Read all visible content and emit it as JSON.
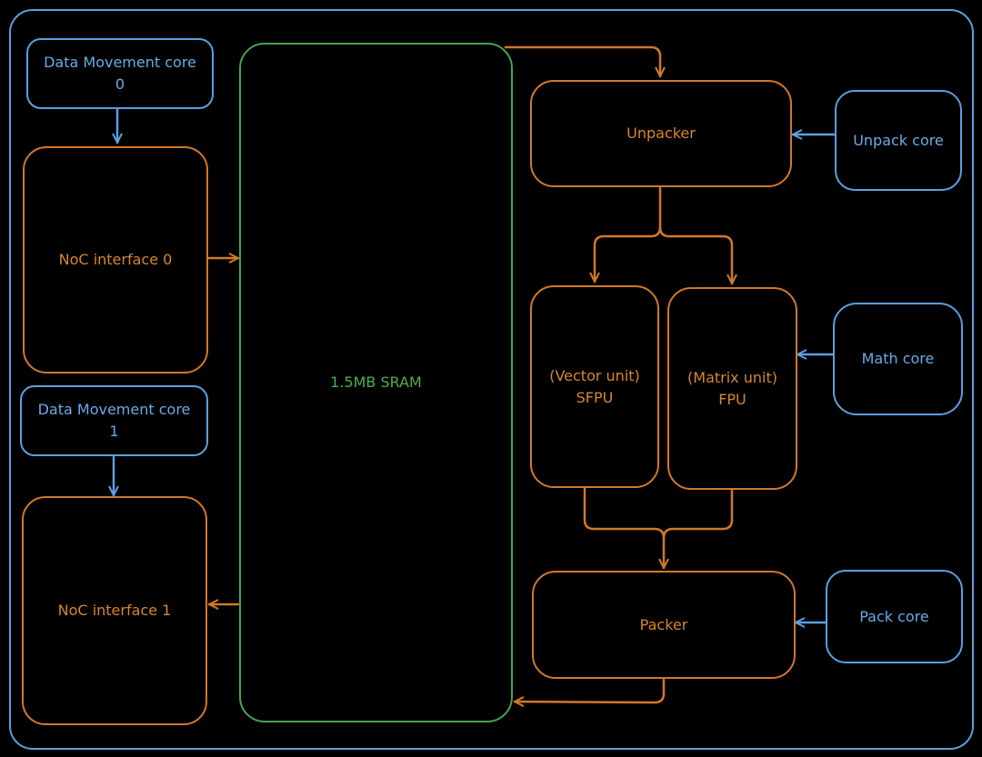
{
  "diagram": {
    "title": "Tensix core block diagram",
    "colors": {
      "core": "#5b9fdf",
      "unit": "#d2782a",
      "memory": "#4aa24e",
      "background": "#000000"
    },
    "nodes": {
      "dm_core_0": {
        "label": "Data Movement core\n0",
        "kind": "core"
      },
      "dm_core_1": {
        "label": "Data Movement core\n1",
        "kind": "core"
      },
      "noc_0": {
        "label": "NoC interface 0",
        "kind": "unit"
      },
      "noc_1": {
        "label": "NoC interface 1",
        "kind": "unit"
      },
      "sram": {
        "label": "1.5MB SRAM",
        "kind": "memory"
      },
      "unpacker": {
        "label": "Unpacker",
        "kind": "unit"
      },
      "sfpu": {
        "label": "(Vector unit)\nSFPU",
        "kind": "unit"
      },
      "fpu": {
        "label": "(Matrix unit)\nFPU",
        "kind": "unit"
      },
      "packer": {
        "label": "Packer",
        "kind": "unit"
      },
      "unpack_core": {
        "label": "Unpack core",
        "kind": "core"
      },
      "math_core": {
        "label": "Math core",
        "kind": "core"
      },
      "pack_core": {
        "label": "Pack core",
        "kind": "core"
      }
    },
    "edges": [
      {
        "from": "dm_core_0",
        "to": "noc_0"
      },
      {
        "from": "dm_core_1",
        "to": "noc_1"
      },
      {
        "from": "noc_0",
        "to": "sram"
      },
      {
        "from": "sram",
        "to": "noc_1"
      },
      {
        "from": "sram",
        "to": "unpacker"
      },
      {
        "from": "unpack_core",
        "to": "unpacker"
      },
      {
        "from": "unpacker",
        "to": "sfpu"
      },
      {
        "from": "unpacker",
        "to": "fpu"
      },
      {
        "from": "math_core",
        "to": "fpu"
      },
      {
        "from": "sfpu",
        "to": "packer"
      },
      {
        "from": "fpu",
        "to": "packer"
      },
      {
        "from": "pack_core",
        "to": "packer"
      },
      {
        "from": "packer",
        "to": "sram"
      }
    ]
  }
}
